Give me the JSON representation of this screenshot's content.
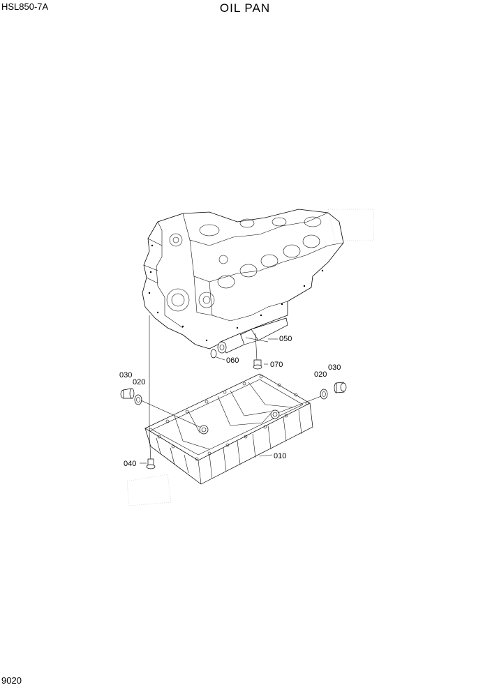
{
  "header": {
    "model": "HSL850-7A",
    "title": "OIL PAN"
  },
  "footer": {
    "page_number": "9020"
  },
  "callouts": {
    "c010": "010",
    "c020_left": "020",
    "c020_right": "020",
    "c030_left": "030",
    "c030_right": "030",
    "c040": "040",
    "c050": "050",
    "c060": "060",
    "c070": "070"
  }
}
